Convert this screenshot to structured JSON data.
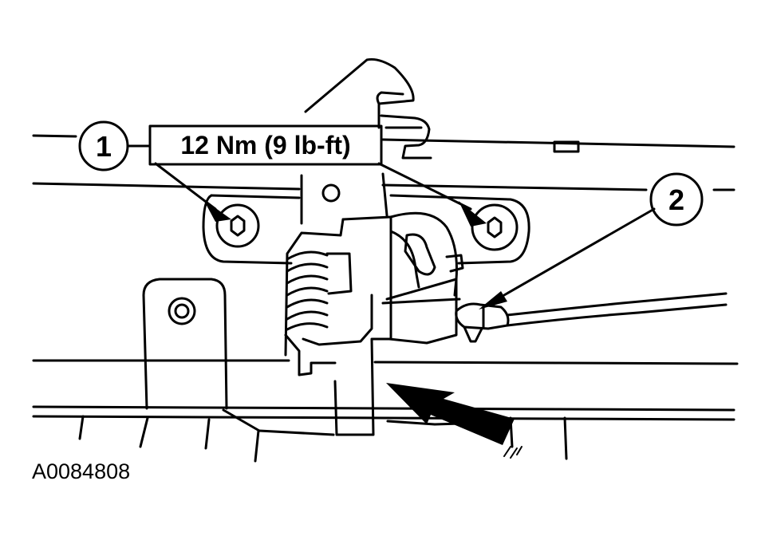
{
  "callouts": [
    {
      "number": "1"
    },
    {
      "number": "2"
    }
  ],
  "torque_label": "12 Nm (9 lb-ft)",
  "figure_id": "A0084808",
  "colors": {
    "line": "#000000",
    "background": "#ffffff"
  }
}
